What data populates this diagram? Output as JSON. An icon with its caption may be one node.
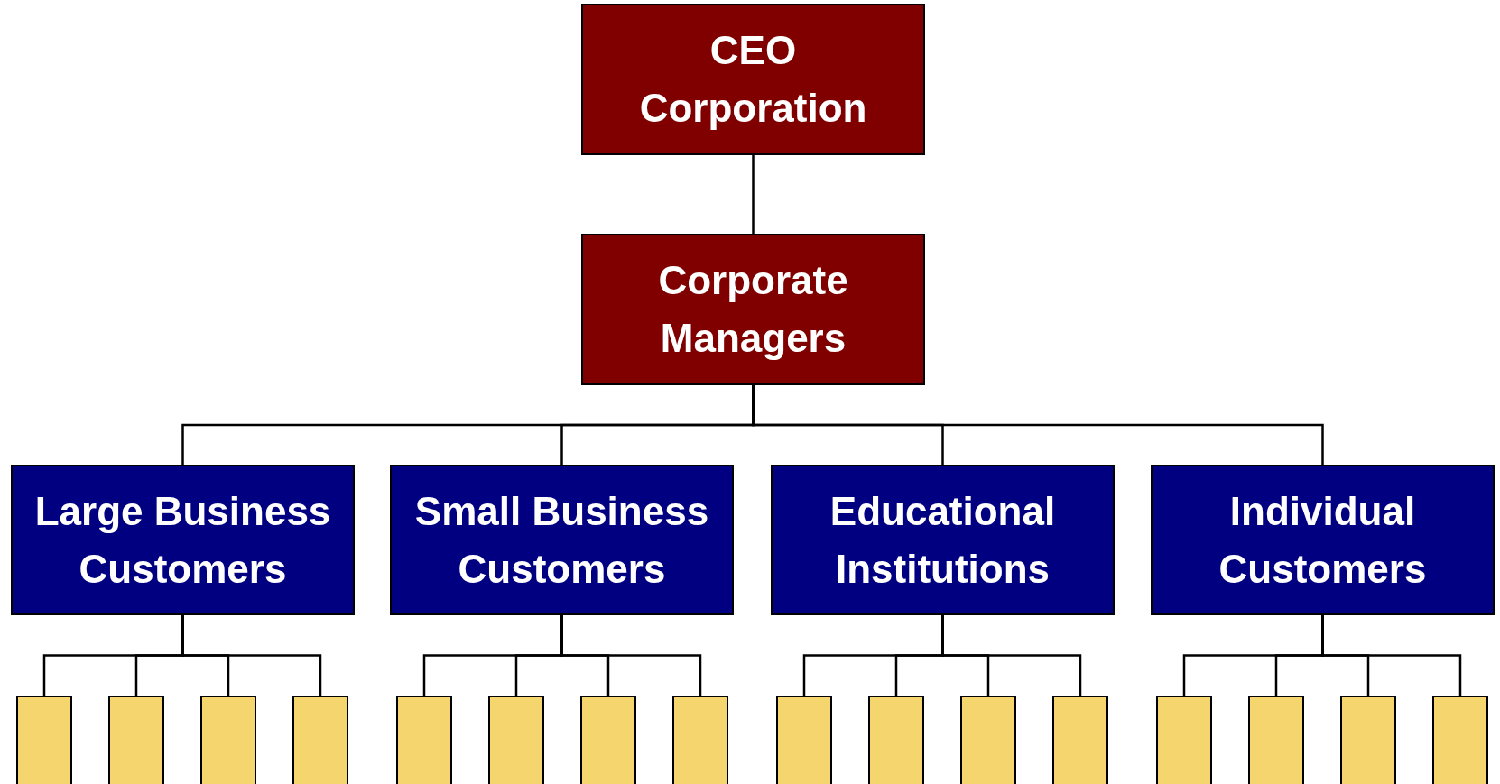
{
  "diagram": {
    "nodes": [
      {
        "text": [
          "CEO Corporation"
        ]
      },
      {
        "text": [
          "Corporate Managers"
        ]
      },
      {
        "text": [
          "Large Business Customers"
        ]
      },
      {
        "text": [
          "Small Business Customers"
        ]
      },
      {
        "text": [
          "Educational Institutions"
        ]
      },
      {
        "text": [
          "Individual Customers"
        ]
      },
      {
        "text": [],
        "shape": "box"
      },
      {
        "text": [],
        "shape": "box"
      },
      {
        "text": [],
        "shape": "box"
      },
      {
        "text": [],
        "shape": "box"
      },
      {
        "text": [],
        "shape": "box"
      },
      {
        "text": [],
        "shape": "box"
      },
      {
        "text": [],
        "shape": "box"
      },
      {
        "text": [],
        "shape": "box"
      },
      {
        "text": [],
        "shape": "box"
      },
      {
        "text": [],
        "shape": "box"
      },
      {
        "text": [],
        "shape": "box"
      },
      {
        "text": [],
        "shape": "box"
      },
      {
        "text": [],
        "shape": "box"
      },
      {
        "text": [],
        "shape": "box"
      },
      {
        "text": [],
        "shape": "box"
      },
      {
        "text": [],
        "shape": "box"
      }
    ],
    "edges": [
      {
        "from": 0,
        "to": 1,
        "arrow": "none"
      },
      {
        "from": 1,
        "to": 2,
        "arrow": "none"
      },
      {
        "from": 1,
        "to": 3,
        "arrow": "none"
      },
      {
        "from": 1,
        "to": 4,
        "arrow": "none"
      },
      {
        "from": 1,
        "to": 5,
        "arrow": "none"
      },
      {
        "from": 2,
        "to": 6,
        "arrow": "none"
      },
      {
        "from": 2,
        "to": 7,
        "arrow": "none"
      },
      {
        "from": 2,
        "to": 8,
        "arrow": "none"
      },
      {
        "from": 2,
        "to": 9,
        "arrow": "none"
      },
      {
        "from": 3,
        "to": 10,
        "arrow": "none"
      },
      {
        "from": 3,
        "to": 11,
        "arrow": "none"
      },
      {
        "from": 3,
        "to": 12,
        "arrow": "none"
      },
      {
        "from": 3,
        "to": 13,
        "arrow": "none"
      },
      {
        "from": 4,
        "to": 14,
        "arrow": "none"
      },
      {
        "from": 4,
        "to": 15,
        "arrow": "none"
      },
      {
        "from": 4,
        "to": 16,
        "arrow": "none"
      },
      {
        "from": 4,
        "to": 17,
        "arrow": "none"
      },
      {
        "from": 5,
        "to": 18,
        "arrow": "none"
      },
      {
        "from": 5,
        "to": 19,
        "arrow": "none"
      },
      {
        "from": 5,
        "to": 20,
        "arrow": "none"
      },
      {
        "from": 5,
        "to": 21,
        "arrow": "none"
      }
    ]
  }
}
